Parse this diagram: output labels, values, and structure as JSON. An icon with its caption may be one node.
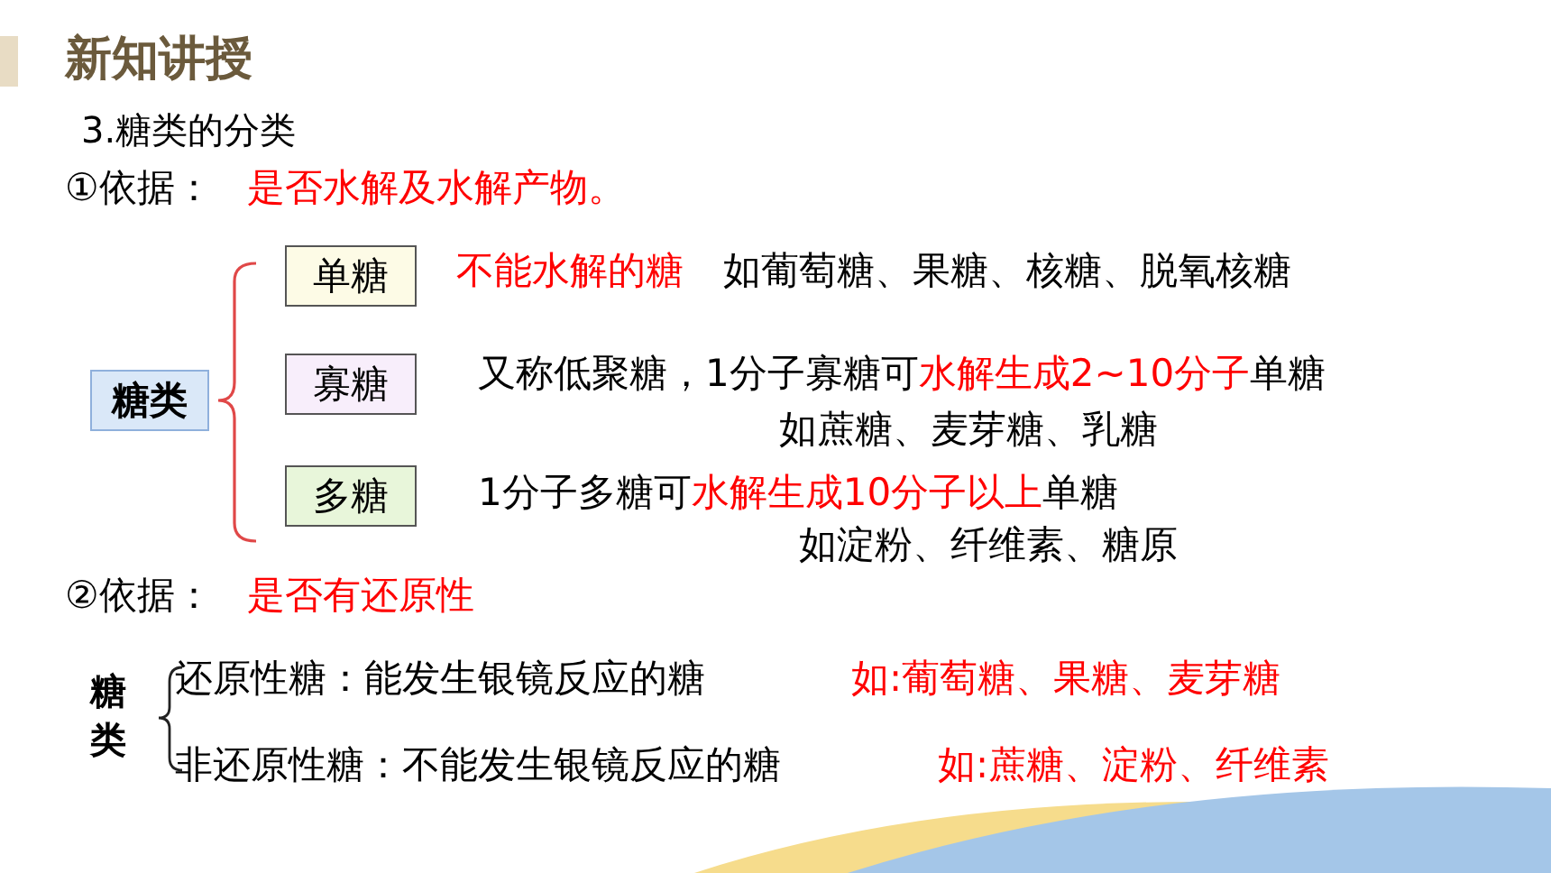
{
  "diagram": {
    "title": "新知讲授",
    "nodes": [
      {
        "text": [
          "糖类"
        ]
      },
      {
        "text": [
          "单糖"
        ],
        "beside": [
          "不能水解的糖",
          "如葡萄糖、果糖、核糖、脱氧核糖"
        ]
      },
      {
        "text": [
          "寡糖"
        ],
        "beside": [
          "又称低聚糖，1分子寡糖可",
          "水解生成2~10分子",
          "单糖",
          "如蔗糖、麦芽糖、乳糖"
        ]
      },
      {
        "text": [
          "多糖"
        ],
        "beside": [
          "1分子多糖可",
          "水解生成10分子以上",
          "单糖",
          "如淀粉、纤维素、糖原"
        ]
      }
    ],
    "edges": [],
    "labels": [
      "3.糖类的分类",
      "①依据：",
      "是否水解及水解产物。",
      "②依据：",
      "是否有还原性",
      "糖类",
      "还原性糖：能发生银镜反应的糖",
      "如:葡萄糖、果糖、麦芽糖",
      "非还原性糖：不能发生银镜反应的糖",
      "如:蔗糖、淀粉、纤维素"
    ]
  }
}
